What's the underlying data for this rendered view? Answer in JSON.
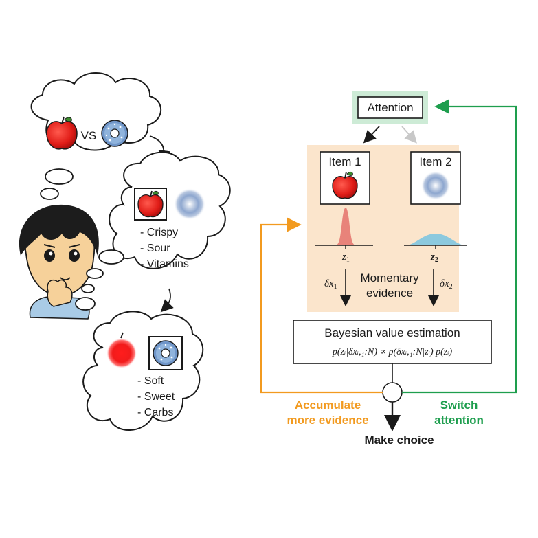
{
  "left_panel": {
    "top_thought": {
      "vs_label": "VS"
    },
    "question_mark": "?",
    "apple_thought": {
      "attributes": [
        "- Crispy",
        "- Sour",
        "- Vitamins"
      ]
    },
    "donut_thought": {
      "attributes": [
        "- Soft",
        "- Sweet",
        "- Carbs"
      ]
    }
  },
  "right_panel": {
    "attention_label": "Attention",
    "item1_label": "Item 1",
    "item2_label": "Item 2",
    "z1_label": "z",
    "z1_sub": "1",
    "z2_label": "z",
    "z2_sub": "2",
    "dx1_label": "δx",
    "dx1_sub": "1",
    "dx2_label": "δx",
    "dx2_sub": "2",
    "momentary_label": "Momentary",
    "evidence_label": "evidence",
    "bayes_title": "Bayesian value estimation",
    "bayes_formula": "p(zᵢ|δxᵢ,₁:N) ∝ p(δxᵢ,₁:N|zᵢ) p(zᵢ)",
    "accumulate_line1": "Accumulate",
    "accumulate_line2": "more evidence",
    "switch_line1": "Switch",
    "switch_line2": "attention",
    "make_choice": "Make choice"
  },
  "colors": {
    "orange": "#F29A1F",
    "green": "#1E9E4E",
    "attention_bg": "#CDEBD6",
    "items_bg": "#FBE5CC",
    "dist1": "#E8837A",
    "dist2": "#8CC9DE",
    "apple": "#E52420"
  },
  "icons": [
    "apple-icon",
    "donut-icon",
    "person-illustration",
    "thought-bubble"
  ]
}
